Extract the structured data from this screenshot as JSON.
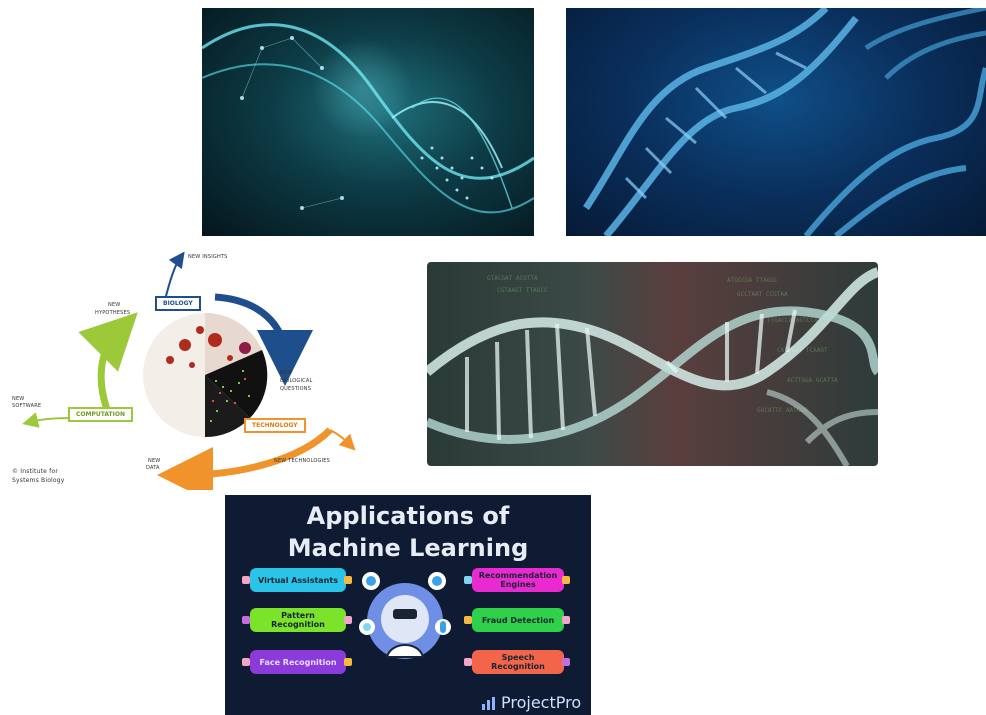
{
  "collage": {
    "systems_biology": {
      "biology": "BIOLOGY",
      "computation": "COMPUTATION",
      "technology": "TECHNOLOGY",
      "new_insights": "NEW INSIGHTS",
      "new_hypotheses_1": "NEW",
      "new_hypotheses_2": "HYPOTHESES",
      "new_bio_q_1": "NEW",
      "new_bio_q_2": "BIOLOGICAL",
      "new_bio_q_3": "QUESTIONS",
      "new_software_1": "NEW",
      "new_software_2": "SOFTWARE",
      "new_technologies": "NEW TECHNOLOGIES",
      "new_data_1": "NEW",
      "new_data_2": "DATA",
      "credit_1": "© Institute for",
      "credit_2": "Systems Biology",
      "colors": {
        "biology": "#1f4e8c",
        "computation": "#9cc93a",
        "technology": "#f0932b"
      }
    },
    "ml_infographic": {
      "title_line1": "Applications of",
      "title_line2": "Machine Learning",
      "items_left": [
        "Virtual Assistants",
        "Pattern Recognition",
        "Face Recognition"
      ],
      "items_right": [
        "Recommendation Engines",
        "Fraud Detection",
        "Speech Recognition"
      ],
      "brand": "ProjectPro",
      "colors": {
        "virtual": "#29c4e8",
        "pattern": "#7be32a",
        "face": "#8b3bd9",
        "recommendation": "#e82ad0",
        "fraud": "#2fd14a",
        "speech": "#f2654a",
        "background": "#0f1a33"
      }
    }
  }
}
